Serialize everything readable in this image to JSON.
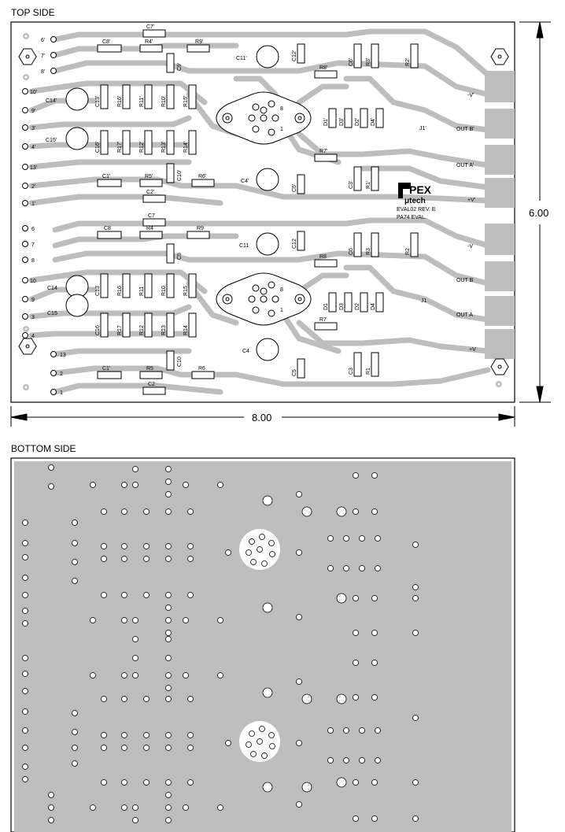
{
  "labels": {
    "top_side": "TOP SIDE",
    "bottom_side": "BOTTOM SIDE",
    "width": "8.00",
    "height": "6.00"
  },
  "branding": {
    "logo_main": "PEX",
    "logo_sub": "μtech",
    "rev": "EVAL02 REV. E",
    "eval": "PA74 EVAL."
  },
  "connectors_top": [
    "6'",
    "7'",
    "8'",
    "10'",
    "9'",
    "3'",
    "4'",
    "13'",
    "2'",
    "1'"
  ],
  "connectors_bottom": [
    "6",
    "7",
    "8",
    "10",
    "9",
    "3",
    "4",
    "13",
    "2",
    "1"
  ],
  "outputs": [
    "-V'",
    "OUT B'",
    "OUT A'",
    "+V'",
    "-V",
    "OUT B",
    "OUT A",
    "+V"
  ],
  "components_h": [
    "C8'",
    "C7'",
    "R4'",
    "R9'",
    "R8'",
    "R7'",
    "C1'",
    "R5'",
    "C2'",
    "R6'",
    "C8",
    "C7",
    "R4",
    "R9",
    "R8",
    "R7",
    "C1'",
    "R5",
    "C2",
    "R6"
  ],
  "components_v": [
    "C12'",
    "C6'",
    "R3'",
    "R2'",
    "C9'",
    "C13'",
    "R16'",
    "R11'",
    "R10'",
    "R15'",
    "C16'",
    "R17'",
    "R12'",
    "R13'",
    "R14'",
    "C10'",
    "C5'",
    "C3'",
    "R1'",
    "D1'",
    "D3'",
    "D2'",
    "D4'",
    "J1'",
    "C12",
    "C6",
    "R3",
    "R2",
    "C9",
    "C13",
    "R16",
    "R11",
    "R10",
    "R15",
    "C16",
    "R17",
    "R12",
    "R13",
    "R14",
    "C10",
    "C5",
    "C3",
    "R1",
    "D1",
    "D3",
    "D2",
    "D4",
    "J1"
  ],
  "caps_round": [
    "C11'",
    "C14'",
    "C15'",
    "C4'",
    "C11",
    "C14",
    "C15",
    "C4"
  ],
  "pin_labels": [
    "8",
    "1",
    "8",
    "1"
  ]
}
